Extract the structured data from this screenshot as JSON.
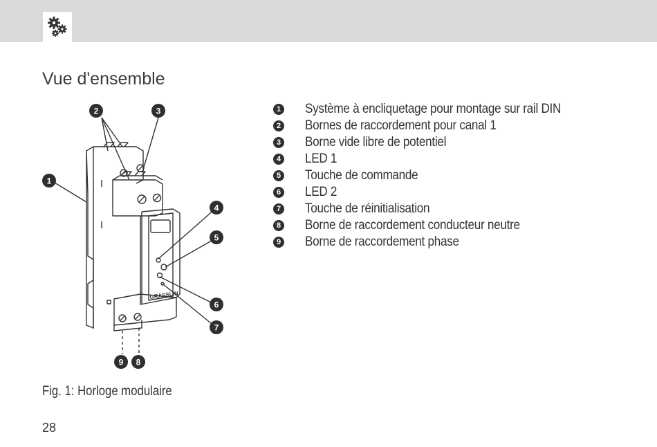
{
  "header": {
    "icon": "gears-icon"
  },
  "title": "Vue d'ensemble",
  "legend": [
    {
      "num": "1",
      "text": "Système à encliquetage pour montage sur rail DIN"
    },
    {
      "num": "2",
      "text": "Bornes de raccordement pour canal 1"
    },
    {
      "num": "3",
      "text": "Borne vide libre de potentiel"
    },
    {
      "num": "4",
      "text": "LED 1"
    },
    {
      "num": "5",
      "text": "Touche de commande"
    },
    {
      "num": "6",
      "text": "LED 2"
    },
    {
      "num": "7",
      "text": "Touche de réinitialisation"
    },
    {
      "num": "8",
      "text": "Borne de raccordement conducteur neutre"
    },
    {
      "num": "9",
      "text": "Borne de raccordement phase"
    }
  ],
  "figure": {
    "callouts": [
      "1",
      "2",
      "3",
      "4",
      "5",
      "6",
      "7",
      "8",
      "9"
    ],
    "device_label": "GRÄSSLIN"
  },
  "caption": "Fig. 1: Horloge modulaire",
  "page_number": "28",
  "colors": {
    "header_bg": "#d9d9d9",
    "badge": "#2f2f2f",
    "text": "#333333"
  }
}
